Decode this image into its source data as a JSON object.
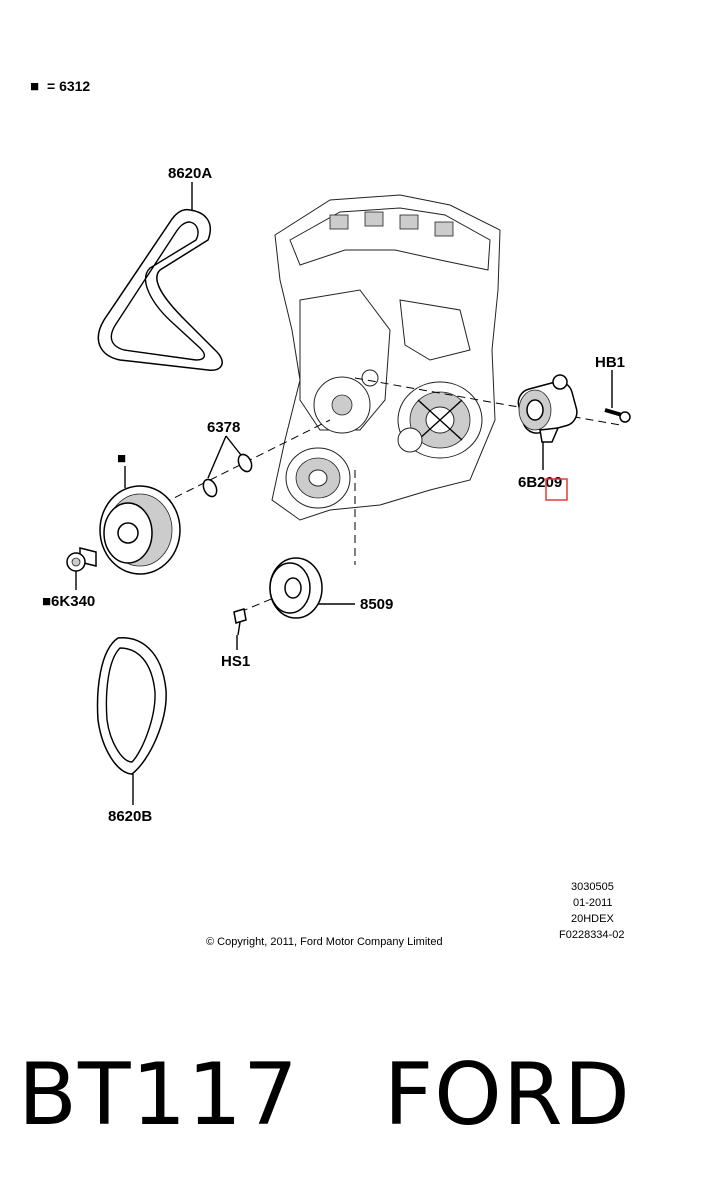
{
  "legend": {
    "marker": "■",
    "text": "= 6312"
  },
  "labels": {
    "belt_a": "8620A",
    "washer": "6378",
    "square_marker": "■",
    "bolt_crank": "■6K340",
    "hb1": "HB1",
    "tensioner": "6B209",
    "pulley": "8509",
    "hs1": "HS1",
    "belt_b": "8620B"
  },
  "copyright": "© Copyright, 2011, Ford Motor Company Limited",
  "info_block": [
    "3030505",
    "01-2011",
    "20HDEX",
    "F0228334-02"
  ],
  "footer_title": "BT117   FORD",
  "colors": {
    "highlight": "#e53935"
  }
}
